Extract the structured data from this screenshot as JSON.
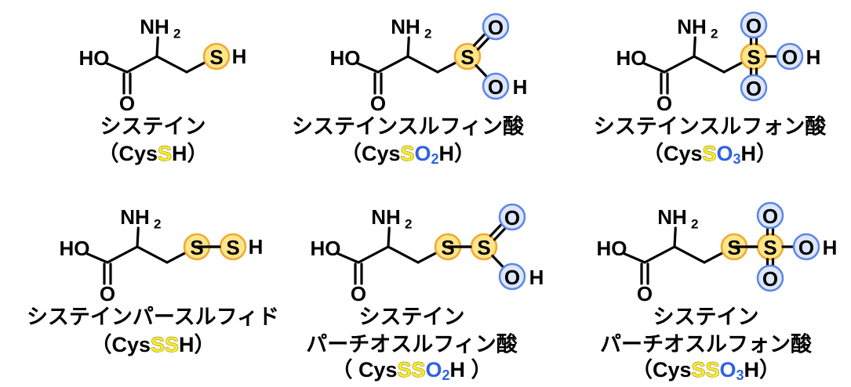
{
  "structures": [
    {
      "name": "システイン",
      "formula": [
        {
          "t": "（Cys",
          "c": "k"
        },
        {
          "t": "S",
          "c": "y"
        },
        {
          "t": "H）",
          "c": "k"
        }
      ],
      "labels": {
        "amine": "NH",
        "amine_sub": "2",
        "acid": "HO",
        "carbonyl": "O",
        "h": "H"
      },
      "chain": [
        {
          "atom": "S",
          "ring": "sulfur"
        }
      ],
      "tail": "H",
      "oxygens": []
    },
    {
      "name": "システインスルフィン酸",
      "formula": [
        {
          "t": "（Cys",
          "c": "k"
        },
        {
          "t": "S",
          "c": "y"
        },
        {
          "t": "O",
          "c": "b"
        },
        {
          "t": "2",
          "c": "b",
          "sub": true
        },
        {
          "t": "H）",
          "c": "k"
        }
      ],
      "labels": {
        "amine": "NH",
        "amine_sub": "2",
        "acid": "HO",
        "carbonyl": "O",
        "h": "H"
      },
      "chain": [
        {
          "atom": "S",
          "ring": "sulfur"
        }
      ],
      "tail": "",
      "oxygens": [
        "=O",
        "OH"
      ]
    },
    {
      "name": "システインスルフォン酸",
      "formula": [
        {
          "t": "（Cys",
          "c": "k"
        },
        {
          "t": "S",
          "c": "y"
        },
        {
          "t": "O",
          "c": "b"
        },
        {
          "t": "3",
          "c": "b",
          "sub": true
        },
        {
          "t": "H）",
          "c": "k"
        }
      ],
      "labels": {
        "amine": "NH",
        "amine_sub": "2",
        "acid": "HO",
        "carbonyl": "O",
        "h": "H"
      },
      "chain": [
        {
          "atom": "S",
          "ring": "sulfur"
        }
      ],
      "tail": "",
      "oxygens": [
        "=O",
        "OH",
        "=O"
      ]
    },
    {
      "name": "システインパースルフィド",
      "formula": [
        {
          "t": "（Cys",
          "c": "k"
        },
        {
          "t": "SS",
          "c": "y"
        },
        {
          "t": "H）",
          "c": "k"
        }
      ],
      "labels": {
        "amine": "NH",
        "amine_sub": "2",
        "acid": "HO",
        "carbonyl": "O",
        "h": "H"
      },
      "chain": [
        {
          "atom": "S",
          "ring": "sulfur"
        },
        {
          "atom": "S",
          "ring": "sulfur"
        }
      ],
      "tail": "H",
      "oxygens": []
    },
    {
      "name": "システイン\nパーチオスルフィン酸",
      "formula": [
        {
          "t": "（ Cys",
          "c": "k"
        },
        {
          "t": "SS",
          "c": "y"
        },
        {
          "t": "O",
          "c": "b"
        },
        {
          "t": "2",
          "c": "b",
          "sub": true
        },
        {
          "t": "H ）",
          "c": "k"
        }
      ],
      "labels": {
        "amine": "NH",
        "amine_sub": "2",
        "acid": "HO",
        "carbonyl": "O",
        "h": "H"
      },
      "chain": [
        {
          "atom": "S",
          "ring": "sulfur"
        },
        {
          "atom": "S",
          "ring": "sulfur"
        }
      ],
      "tail": "",
      "oxygens": [
        "=O",
        "OH"
      ]
    },
    {
      "name": "システイン\nパーチオスルフォン酸",
      "formula": [
        {
          "t": "（Cys",
          "c": "k"
        },
        {
          "t": "SS",
          "c": "y"
        },
        {
          "t": "O",
          "c": "b"
        },
        {
          "t": "3",
          "c": "b",
          "sub": true
        },
        {
          "t": "H）",
          "c": "k"
        }
      ],
      "labels": {
        "amine": "NH",
        "amine_sub": "2",
        "acid": "HO",
        "carbonyl": "O",
        "h": "H"
      },
      "chain": [
        {
          "atom": "S",
          "ring": "sulfur"
        },
        {
          "atom": "S",
          "ring": "sulfur"
        }
      ],
      "tail": "",
      "oxygens": [
        "=O",
        "OH",
        "=O"
      ]
    }
  ],
  "colors": {
    "sulfur_fill": "#fde58a",
    "sulfur_ring": "#f0a830",
    "oxygen_fill": "#dde6fa",
    "oxygen_ring": "#5b86e5",
    "formula_sulfur": "#f7ec2c",
    "formula_oxygen": "#2f62e0"
  }
}
